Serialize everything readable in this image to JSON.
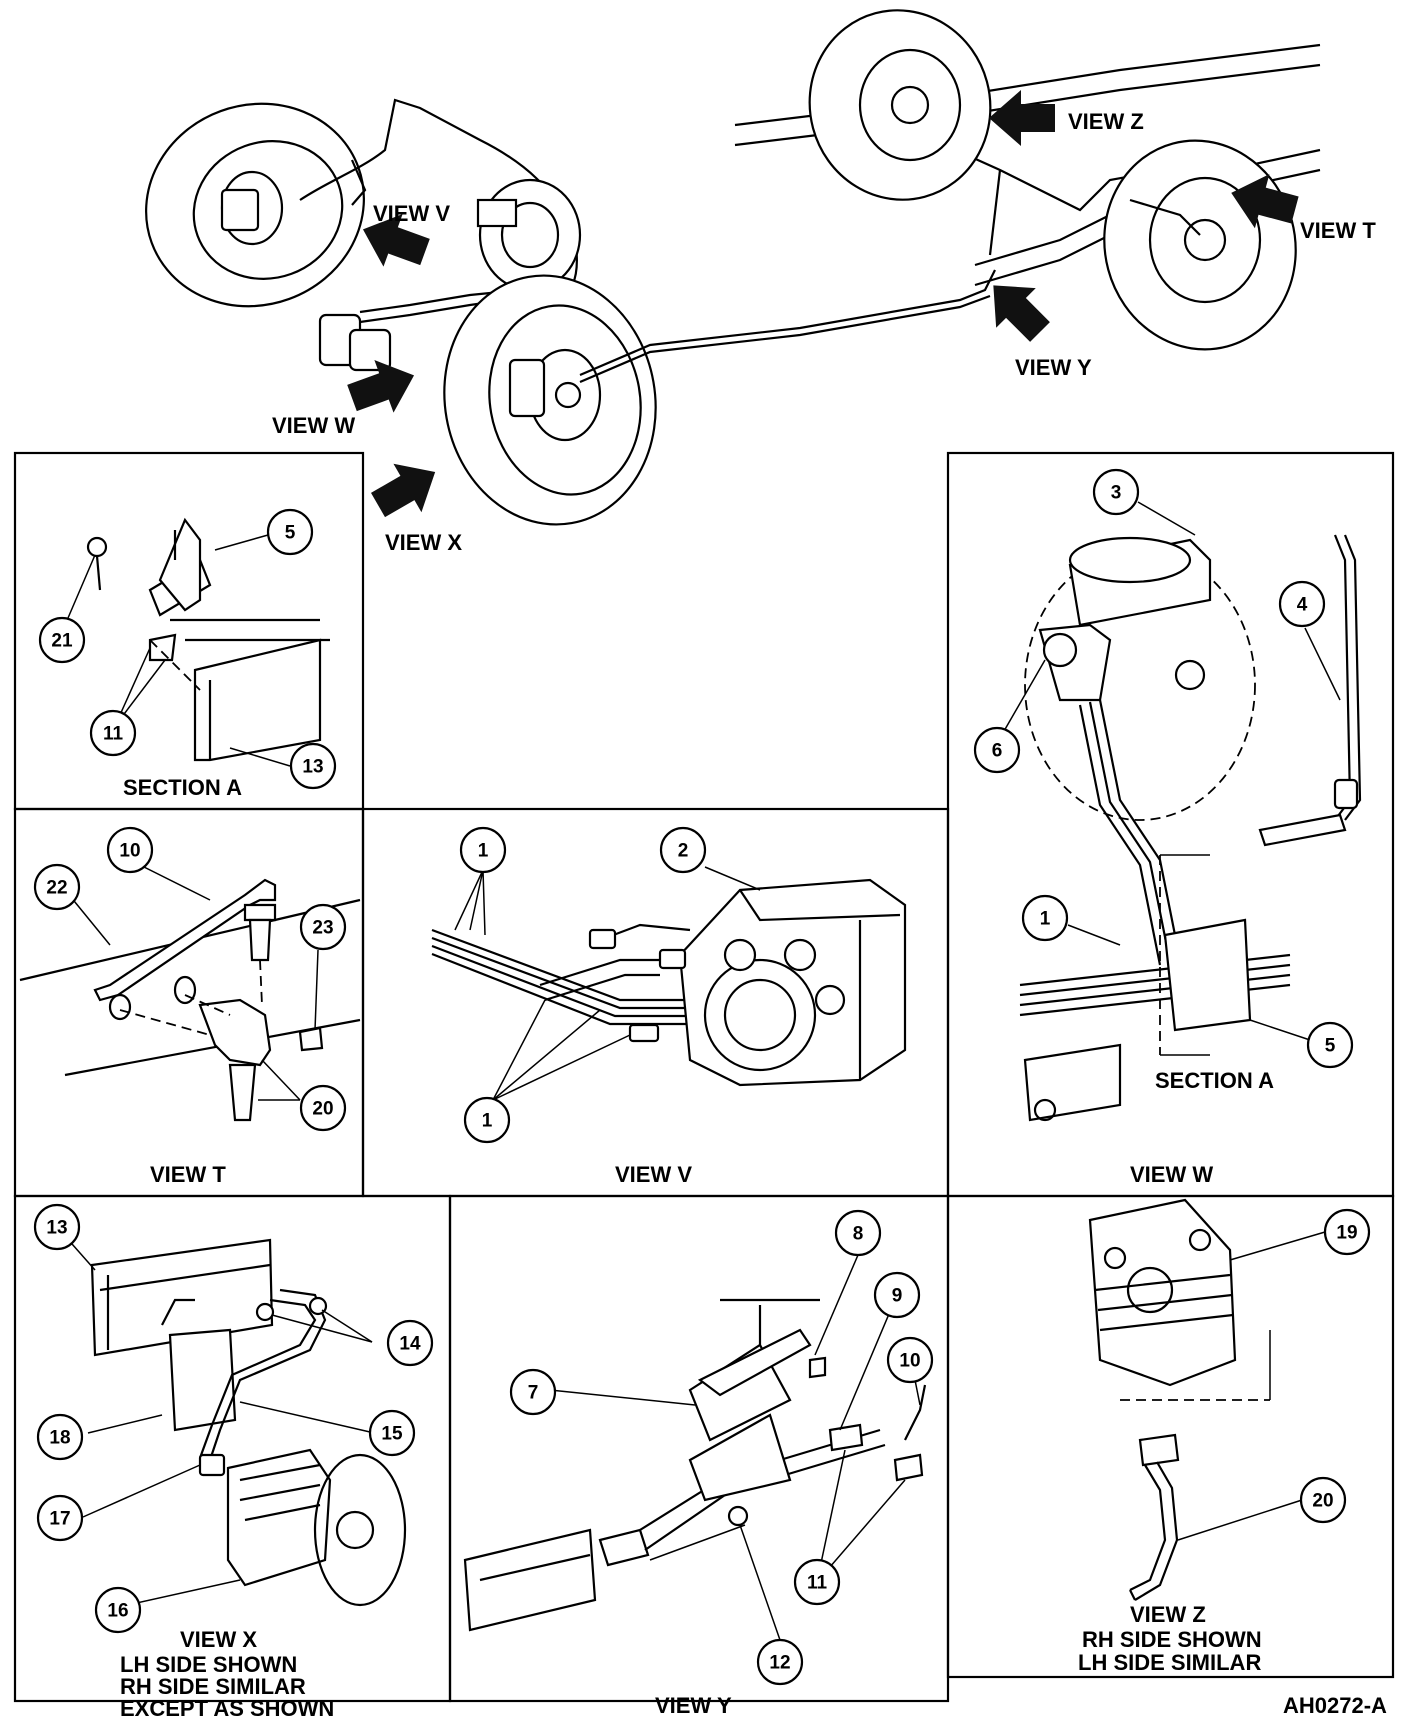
{
  "diagram_id": "AH0272-A",
  "overview": {
    "arrows": [
      {
        "key": "v",
        "label": "VIEW V"
      },
      {
        "key": "w",
        "label": "VIEW W"
      },
      {
        "key": "x",
        "label": "VIEW X"
      },
      {
        "key": "y",
        "label": "VIEW Y"
      },
      {
        "key": "z",
        "label": "VIEW Z"
      },
      {
        "key": "t",
        "label": "VIEW T"
      }
    ]
  },
  "panels": {
    "section_a": {
      "title": "SECTION A",
      "callouts": [
        "5",
        "21",
        "11",
        "13"
      ]
    },
    "view_t": {
      "title": "VIEW T",
      "callouts": [
        "10",
        "22",
        "23",
        "20"
      ]
    },
    "view_v": {
      "title": "VIEW V",
      "callouts": [
        "1",
        "2",
        "1"
      ]
    },
    "view_w": {
      "title": "VIEW W",
      "inner_label": "SECTION A",
      "callouts": [
        "3",
        "4",
        "6",
        "1",
        "5"
      ]
    },
    "view_x": {
      "title": "VIEW X",
      "notes": [
        "LH SIDE SHOWN",
        "RH SIDE SIMILAR",
        "EXCEPT AS SHOWN"
      ],
      "callouts": [
        "13",
        "14",
        "18",
        "15",
        "17",
        "16"
      ]
    },
    "view_y": {
      "title": "VIEW Y",
      "callouts": [
        "8",
        "9",
        "10",
        "7",
        "11",
        "12"
      ]
    },
    "view_z": {
      "title": "VIEW Z",
      "notes": [
        "RH SIDE SHOWN",
        "LH SIDE SIMILAR"
      ],
      "callouts": [
        "19",
        "20"
      ]
    }
  }
}
